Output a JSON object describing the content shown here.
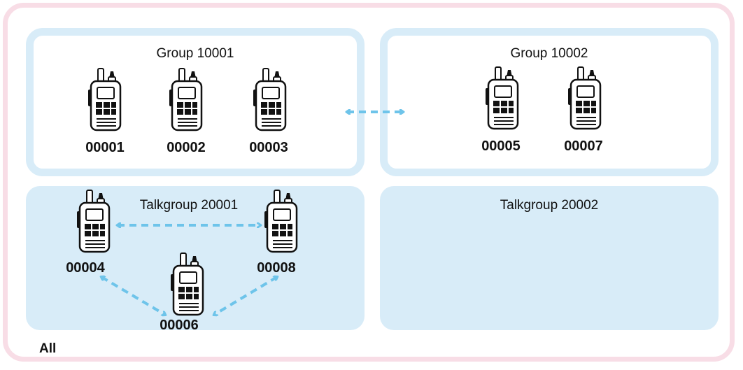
{
  "all_label": "All",
  "group_10001": {
    "title": "Group 10001",
    "radios": [
      "00001",
      "00002",
      "00003"
    ]
  },
  "group_10002": {
    "title": "Group 10002",
    "radios": [
      "00005",
      "00007"
    ]
  },
  "talkgroup_20001": {
    "title": "Talkgroup 20001",
    "radios": [
      "00004",
      "00008",
      "00006"
    ]
  },
  "talkgroup_20002": {
    "title": "Talkgroup 20002"
  },
  "colors": {
    "outer_border": "#f8dde6",
    "group_border": "#d8ecf8",
    "talkgroup_fill": "#d8ecf8",
    "link_arrow": "#6ec4ea"
  },
  "icons": {
    "radio": "handheld-radio-icon",
    "link": "dashed-double-arrow-icon"
  }
}
